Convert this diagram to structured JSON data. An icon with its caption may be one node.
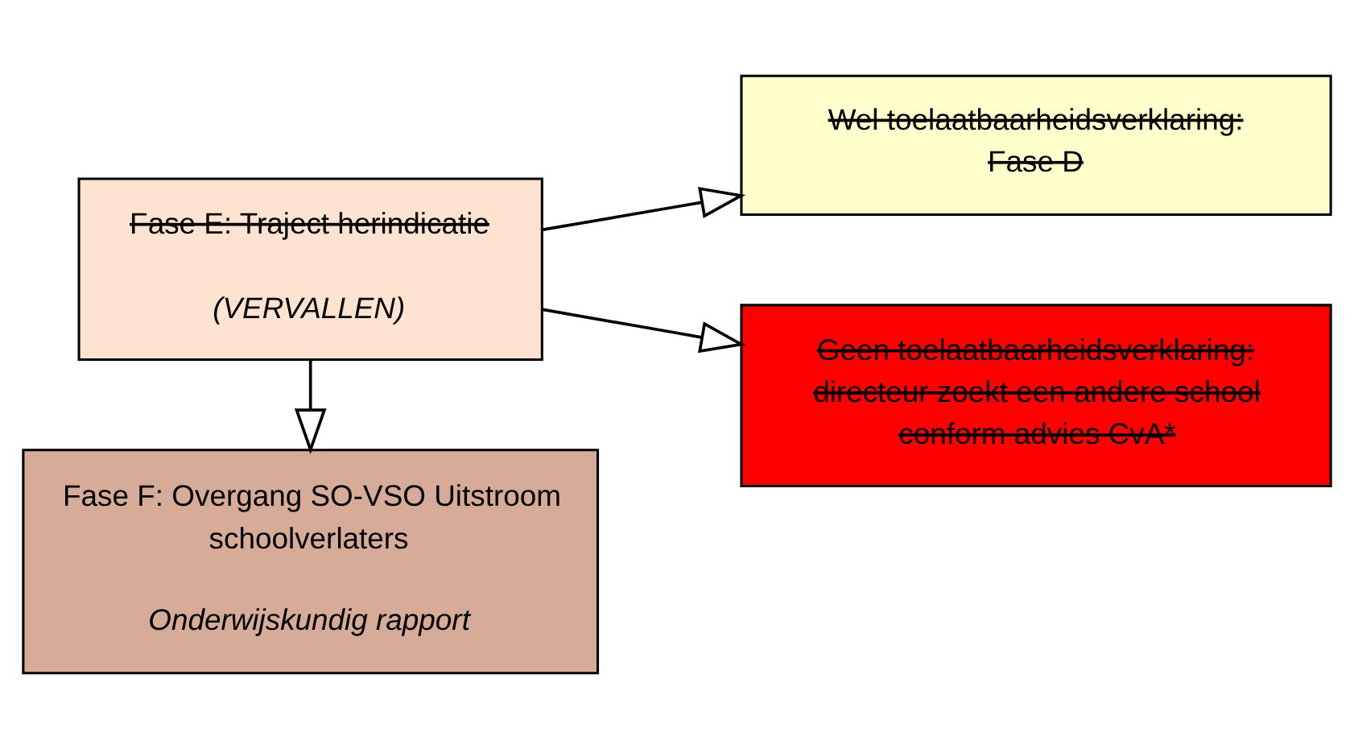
{
  "diagram": {
    "nodes": [
      {
        "text": [
          "Fase E: Traject herindicatie",
          "(VERVALLEN)"
        ]
      },
      {
        "text": [
          "Wel toelaatbaarheidsverklaring: Fase D"
        ]
      },
      {
        "text": [
          "Geen toelaatbaarheidsverklaring: directeur zoekt een andere school conform advies CvA*"
        ]
      },
      {
        "text": [
          "Fase F: Overgang SO-VSO Uitstroom schoolverlaters",
          "Onderwijskundig rapport"
        ]
      }
    ],
    "edges": [
      {
        "from": 0,
        "to": 1,
        "arrow": "to"
      },
      {
        "from": 0,
        "to": 2,
        "arrow": "to"
      },
      {
        "from": 0,
        "to": 3,
        "arrow": "to"
      }
    ]
  }
}
